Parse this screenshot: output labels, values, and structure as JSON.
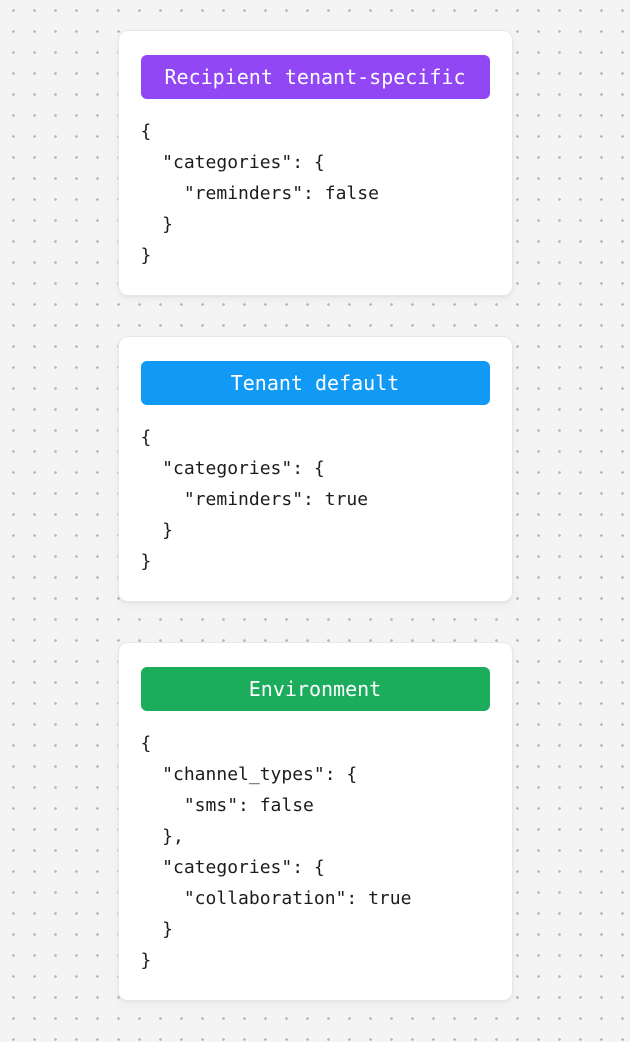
{
  "canvas": {
    "background_color": "#f5f4f5",
    "dot_color": "#b2b0b2",
    "card_background": "#ffffff",
    "code_text_color": "#1c1c1e",
    "badge_text_color": "#ffffff"
  },
  "cards": [
    {
      "id": "recipient-tenant-specific",
      "label": "Recipient tenant-specific",
      "badge_color": "#9247F5",
      "code": "{\n  \"categories\": {\n    \"reminders\": false\n  }\n}"
    },
    {
      "id": "tenant-default",
      "label": "Tenant default",
      "badge_color": "#109AF6",
      "code": "{\n  \"categories\": {\n    \"reminders\": true\n  }\n}"
    },
    {
      "id": "environment",
      "label": "Environment",
      "badge_color": "#1BAC5C",
      "code": "{\n  \"channel_types\": {\n    \"sms\": false\n  },\n  \"categories\": {\n    \"collaboration\": true\n  }\n}"
    }
  ]
}
